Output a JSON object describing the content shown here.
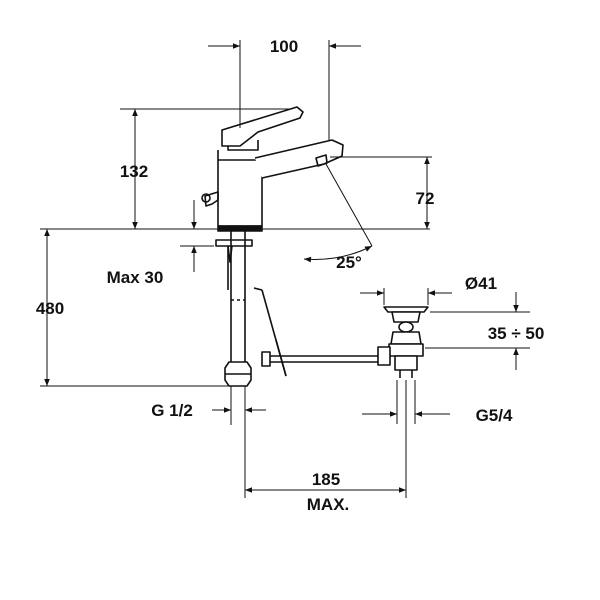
{
  "drawing": {
    "labels": {
      "width_100": "100",
      "height_132": "132",
      "height_72": "72",
      "angle_25": "25°",
      "max_30": "Max 30",
      "height_480": "480",
      "diameter_41": "Ø41",
      "range_35_50": "35 ÷ 50",
      "thread_g12": "G 1/2",
      "thread_g54": "G5/4",
      "width_185": "185",
      "max_label": "MAX."
    },
    "colors": {
      "ink": "#111111",
      "background": "#ffffff"
    }
  }
}
